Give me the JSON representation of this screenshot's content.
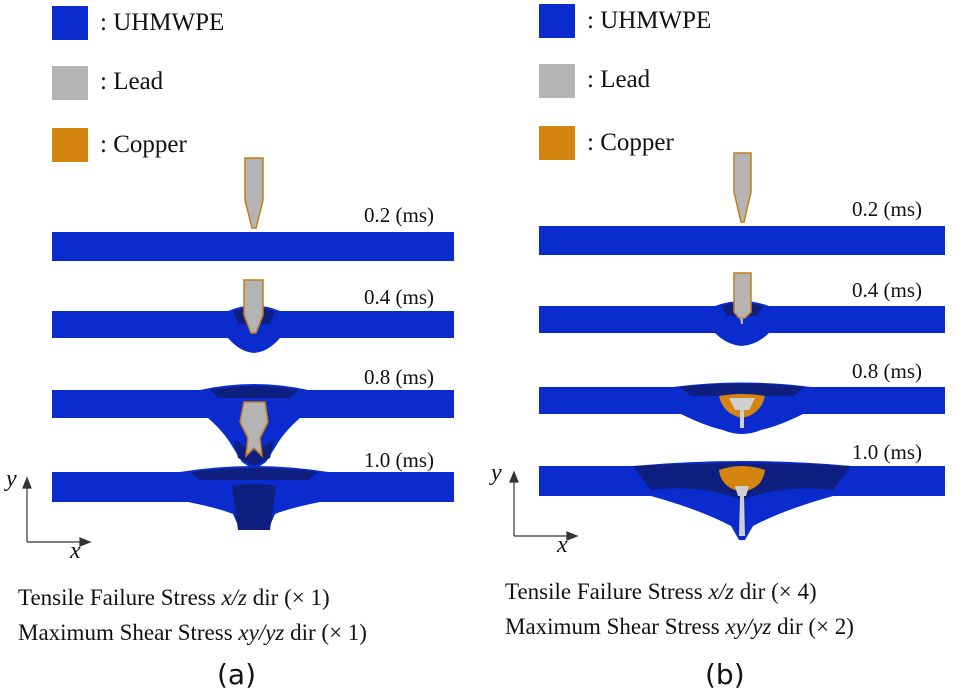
{
  "legend": {
    "uhmwpe": {
      "label": ": UHMWPE",
      "color": "#0a2ccf"
    },
    "lead": {
      "label": ": Lead",
      "color": "#b4b4b4"
    },
    "copper": {
      "label": ": Copper",
      "color": "#d4850f"
    }
  },
  "colors": {
    "deformed_zone": "#0f1f80",
    "outline_copper": "#c87d12"
  },
  "panels": [
    {
      "id": "a",
      "label": "(a)",
      "times": [
        "0.2 (ms)",
        "0.4 (ms)",
        "0.8 (ms)",
        "1.0 (ms)"
      ],
      "axes": {
        "y": "y",
        "x": "x"
      },
      "caption": {
        "line1": {
          "pre": "Tensile Failure Stress ",
          "dir": "x/z",
          "post": " dir (× 1)"
        },
        "line2": {
          "pre": "Maximum Shear  Stress ",
          "dir": "xy/yz",
          "post": " dir (× 1)"
        }
      }
    },
    {
      "id": "b",
      "label": "(b)",
      "times": [
        "0.2 (ms)",
        "0.4 (ms)",
        "0.8 (ms)",
        "1.0 (ms)"
      ],
      "axes": {
        "y": "y",
        "x": "x"
      },
      "caption": {
        "line1": {
          "pre": "Tensile Failure Stress ",
          "dir": "x/z",
          "post": " dir (× 4)"
        },
        "line2": {
          "pre": "Maximum Shear  Stress ",
          "dir": "xy/yz",
          "post": " dir (× 2)"
        }
      }
    }
  ]
}
